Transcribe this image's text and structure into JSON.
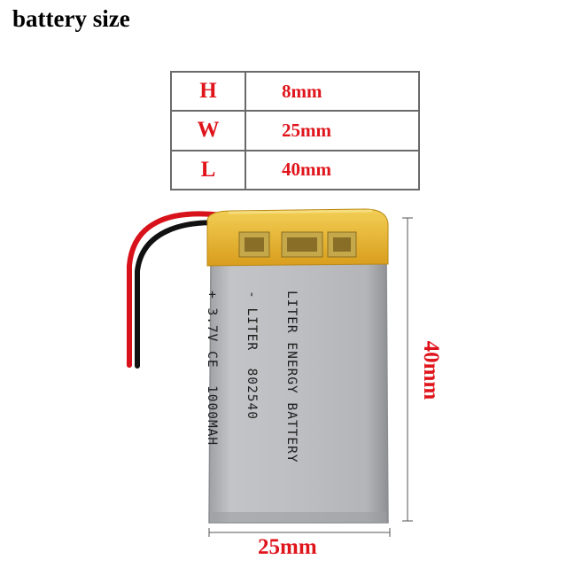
{
  "title": "battery size",
  "dimensions": [
    {
      "key": "H",
      "value": "8mm"
    },
    {
      "key": "W",
      "value": "25mm"
    },
    {
      "key": "L",
      "value": "40mm"
    }
  ],
  "labels": {
    "width": "25mm",
    "length": "40mm"
  },
  "battery_print": {
    "line1": "LITER ENERGY BATTERY",
    "line2": "- LITER  802540",
    "line3": "+ 3.7V CE  1000MAH"
  },
  "colors": {
    "accent": "#e0141b",
    "cell": "#b9babd",
    "tape": "#e9b82c"
  }
}
